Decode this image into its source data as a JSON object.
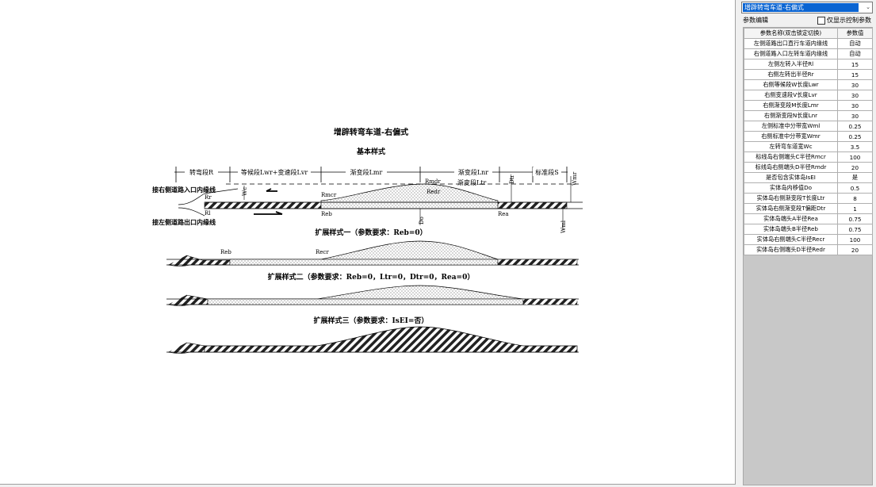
{
  "drawing": {
    "title": "增辟转弯车道-右偏式",
    "subtitle": "基本样式",
    "seg_labels": {
      "turn": "转弯段R",
      "equal_change": "等候段Lwr+变速段Lvr",
      "gradual": "渐变段Lmr",
      "gradual2": "渐变段Lnr",
      "gradual3": "渐变段Ltr",
      "standard": "标准段S"
    },
    "left_entry": "接右侧道路入口内缘线",
    "left_exit": "接左侧道路出口内缘线",
    "dims": {
      "Rr": "Rr",
      "Rl": "Rl",
      "Wc": "Wc",
      "Rmcr": "Rmcr",
      "Rmdr": "Rmdr",
      "Redr": "Redr",
      "Reb": "Reb",
      "Rea": "Rea",
      "Do": "Do",
      "Dtr": "Dtr",
      "Wmr": "Wmr",
      "Wml": "Wml",
      "Recr": "Recr"
    },
    "ext1": "扩展样式一（参数要求：Reb=0）",
    "ext2": "扩展样式二（参数要求：Reb=0，Ltr=0，Dtr=0，Rea=0）",
    "ext3": "扩展样式三（参数要求：IsEI=否）"
  },
  "panel": {
    "dropdown_value": "增辟转弯车道-右偏式",
    "section_label": "参数编辑",
    "checkbox_label": "仅显示控制参数",
    "col_name": "参数名称(双击锁定切换)",
    "col_value": "参数值",
    "params": [
      {
        "name": "左侧道路出口直行车道内缘线",
        "value": "自动"
      },
      {
        "name": "右侧道路入口左转车道内缘线",
        "value": "自动"
      },
      {
        "name": "左侧左转入半径Rl",
        "value": "15"
      },
      {
        "name": "右侧左转出半径Rr",
        "value": "15"
      },
      {
        "name": "右侧等候段W长度Lwr",
        "value": "30"
      },
      {
        "name": "右侧变速段V长度Lvr",
        "value": "30"
      },
      {
        "name": "右侧渐变段M长度Lmr",
        "value": "30"
      },
      {
        "name": "右侧渐变段N长度Lnr",
        "value": "30"
      },
      {
        "name": "左侧标准中分带宽Wml",
        "value": "0.25"
      },
      {
        "name": "右侧标准中分带宽Wmr",
        "value": "0.25"
      },
      {
        "name": "左转弯车道宽Wc",
        "value": "3.5"
      },
      {
        "name": "标线岛右侧端头C半径Rmcr",
        "value": "100"
      },
      {
        "name": "标线岛右侧端头D半径Rmdr",
        "value": "20"
      },
      {
        "name": "是否包含实体岛IsEI",
        "value": "是"
      },
      {
        "name": "实体岛内移值Do",
        "value": "0.5"
      },
      {
        "name": "实体岛右侧渐变段T长度Ltr",
        "value": "8"
      },
      {
        "name": "实体岛右侧渐变段T偏距Dtr",
        "value": "1"
      },
      {
        "name": "实体岛端头A半径Rea",
        "value": "0.75"
      },
      {
        "name": "实体岛端头B半径Reb",
        "value": "0.75"
      },
      {
        "name": "实体岛右侧端头C半径Recr",
        "value": "100"
      },
      {
        "name": "实体岛右侧端头D半径Redr",
        "value": "20"
      }
    ]
  }
}
